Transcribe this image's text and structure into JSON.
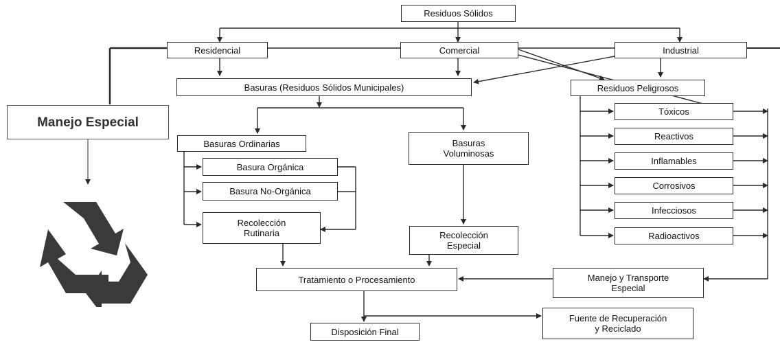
{
  "nodes": {
    "residuos_solidos": "Residuos Sólidos",
    "residencial": "Residencial",
    "comercial": "Comercial",
    "industrial": "Industrial",
    "basuras_municipales": "Basuras (Residuos Sólidos Municipales)",
    "residuos_peligrosos": "Residuos Peligrosos",
    "manejo_especial": "Manejo Especial",
    "basuras_ordinarias": "Basuras Ordinarias",
    "basuras_voluminosas": "Basuras\nVoluminosas",
    "basura_organica": "Basura Orgánica",
    "basura_no_organica": "Basura No-Orgánica",
    "recoleccion_rutinaria": "Recolección\nRutinaria",
    "recoleccion_especial": "Recolección\nEspecial",
    "toxicos": "Tóxicos",
    "reactivos": "Reactivos",
    "inflamables": "Inflamables",
    "corrosivos": "Corrosivos",
    "infecciosos": "Infecciosos",
    "radioactivos": "Radioactivos",
    "tratamiento": "Tratamiento o Procesamiento",
    "manejo_transporte": "Manejo y Transporte\nEspecial",
    "disposicion_final": "Disposición Final",
    "fuente_recuperacion": "Fuente de Recuperación\ny Reciclado"
  },
  "icons": {
    "recycle": "recycle-icon"
  },
  "colors": {
    "line": "#2a2a2a",
    "recycle": "#3a3a3a",
    "manejo_especial_text": "#333333"
  }
}
